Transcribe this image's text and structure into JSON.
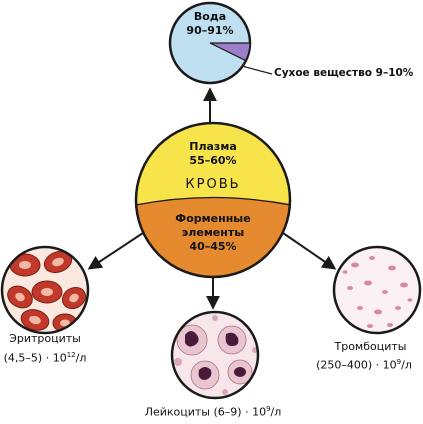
{
  "water": {
    "label": "Вода",
    "value": "90–91%"
  },
  "dry_matter": {
    "label": "Сухое вещество 9–10%"
  },
  "plasma": {
    "label": "Плазма",
    "value": "55–60%"
  },
  "blood": {
    "label": "КРОВЬ"
  },
  "formed": {
    "line1": "Форменные",
    "line2": "элементы",
    "value": "40–45%"
  },
  "erythrocytes": {
    "name": "Эритроциты",
    "count_base": "(4,5–5) · 10",
    "count_exp": "12",
    "count_unit": "/л"
  },
  "leukocytes": {
    "name": "Лейкоциты",
    "count_base": "(6–9) · 10",
    "count_exp": "9",
    "count_unit": "/л"
  },
  "thrombocytes": {
    "name": "Тромбоциты",
    "count_base": "(250–400) · 10",
    "count_exp": "9",
    "count_unit": "/л"
  },
  "colors": {
    "water_fill": "#bfe0f0",
    "dry_matter_fill": "#9b7fc8",
    "plasma_fill": "#f7e34a",
    "formed_fill": "#e58a2e",
    "outline": "#1a1a1a"
  }
}
